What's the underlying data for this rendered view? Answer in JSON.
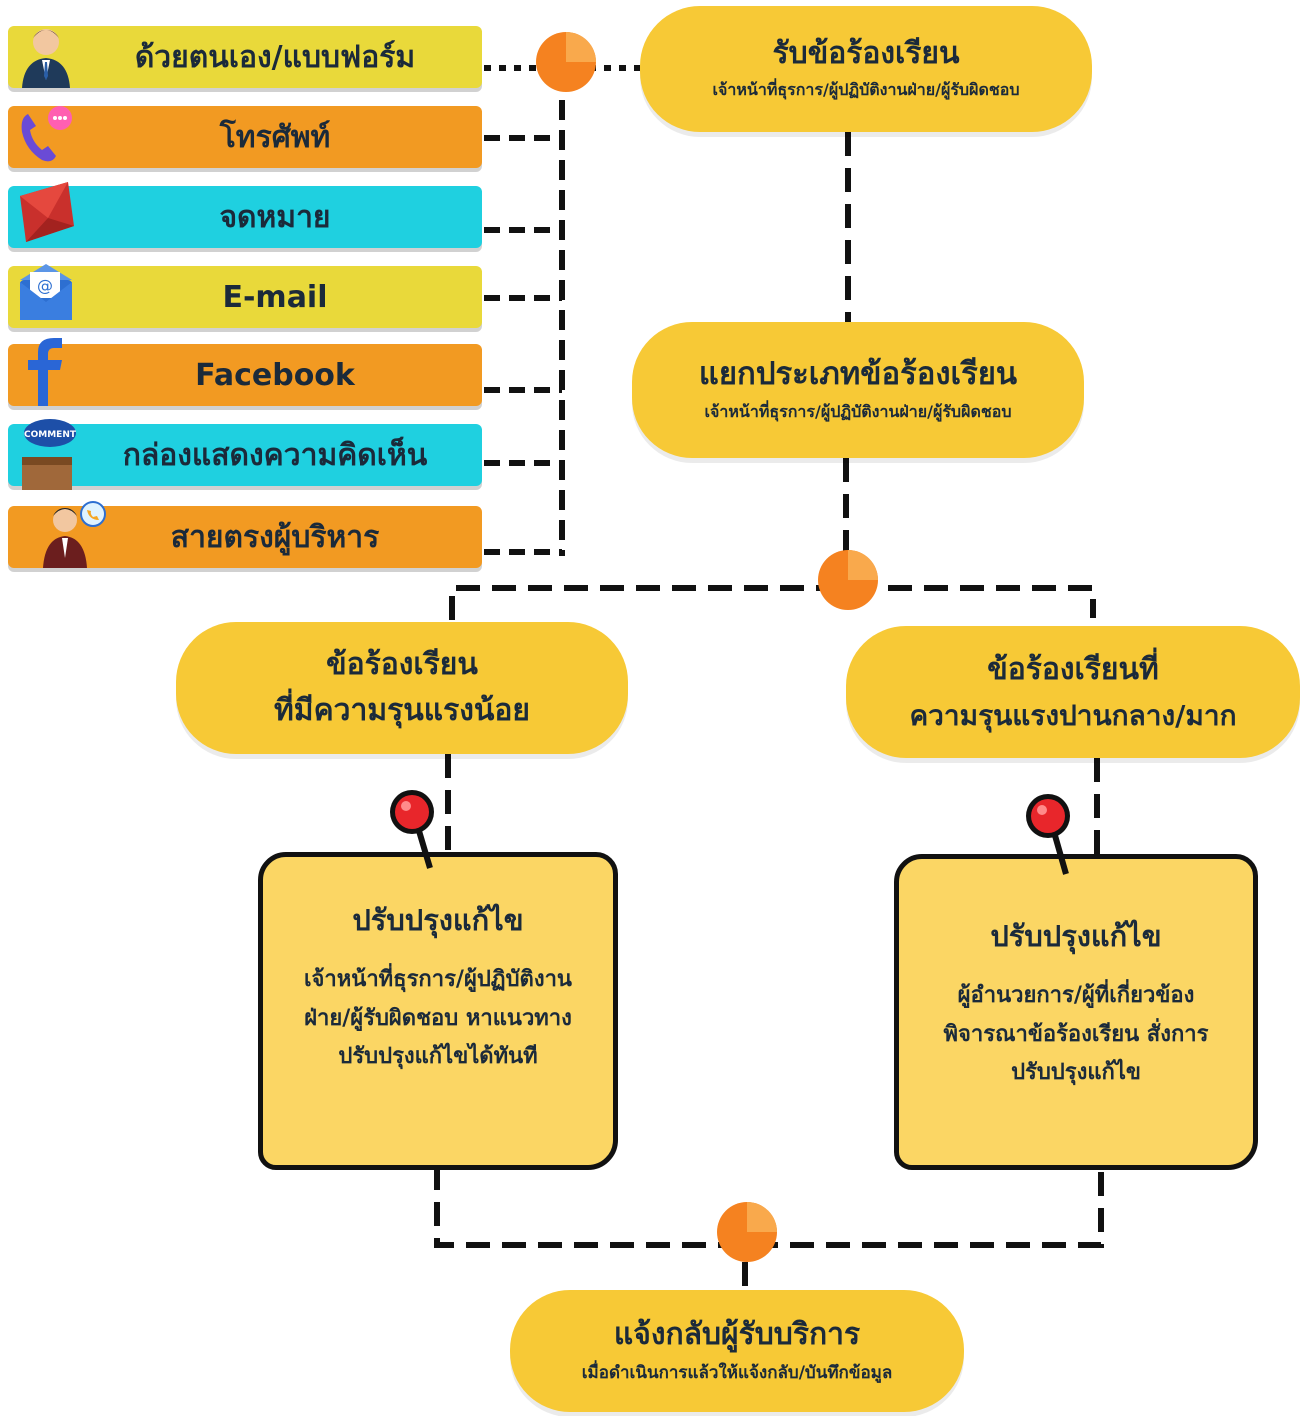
{
  "colors": {
    "pill": "#f7c936",
    "note": "#fbd664",
    "dot": "#f58220",
    "pin": "#e8262b",
    "channel_yellow": "#e9d93a",
    "channel_orange": "#f29a22",
    "channel_cyan": "#1fd0e0"
  },
  "channels": [
    {
      "label": "ด้วยตนเอง/แบบฟอร์ม",
      "icon": "person-icon"
    },
    {
      "label": "โทรศัพท์",
      "icon": "phone-icon"
    },
    {
      "label": "จดหมาย",
      "icon": "envelope-icon"
    },
    {
      "label": "E-mail",
      "icon": "email-icon"
    },
    {
      "label": "Facebook",
      "icon": "facebook-icon"
    },
    {
      "label": "กล่องแสดงความคิดเห็น",
      "icon": "comment-box-icon"
    },
    {
      "label": "สายตรงผู้บริหาร",
      "icon": "executive-icon"
    }
  ],
  "steps": {
    "receive": {
      "title": "รับข้อร้องเรียน",
      "subtitle": "เจ้าหน้าที่ธุรการ/ผู้ปฏิบัติงานฝ่าย/ผู้รับผิดชอบ"
    },
    "classify": {
      "title": "แยกประเภทข้อร้องเรียน",
      "subtitle": "เจ้าหน้าที่ธุรการ/ผู้ปฏิบัติงานฝ่าย/ผู้รับผิดชอบ"
    },
    "minor": {
      "line1": "ข้อร้องเรียน",
      "line2": "ที่มีความรุนแรงน้อย"
    },
    "major": {
      "line1": "ข้อร้องเรียนที่",
      "line2": "ความรุนแรงปานกลาง/มาก"
    },
    "fix_minor": {
      "title": "ปรับปรุงแก้ไข",
      "lines": [
        "เจ้าหน้าที่ธุรการ/ผู้ปฏิบัติงาน",
        "ฝ่าย/ผู้รับผิดชอบ หาแนวทาง",
        "ปรับปรุงแก้ไขได้ทันที"
      ]
    },
    "fix_major": {
      "title": "ปรับปรุงแก้ไข",
      "lines": [
        "ผู้อำนวยการ/ผู้ที่เกี่ยวข้อง",
        "พิจารณาข้อร้องเรียน สั่งการ",
        "ปรับปรุงแก้ไข"
      ]
    },
    "notify": {
      "title": "แจ้งกลับผู้รับบริการ",
      "subtitle": "เมื่อดำเนินการแล้วให้แจ้งกลับ/บันทึกข้อมูล"
    }
  }
}
